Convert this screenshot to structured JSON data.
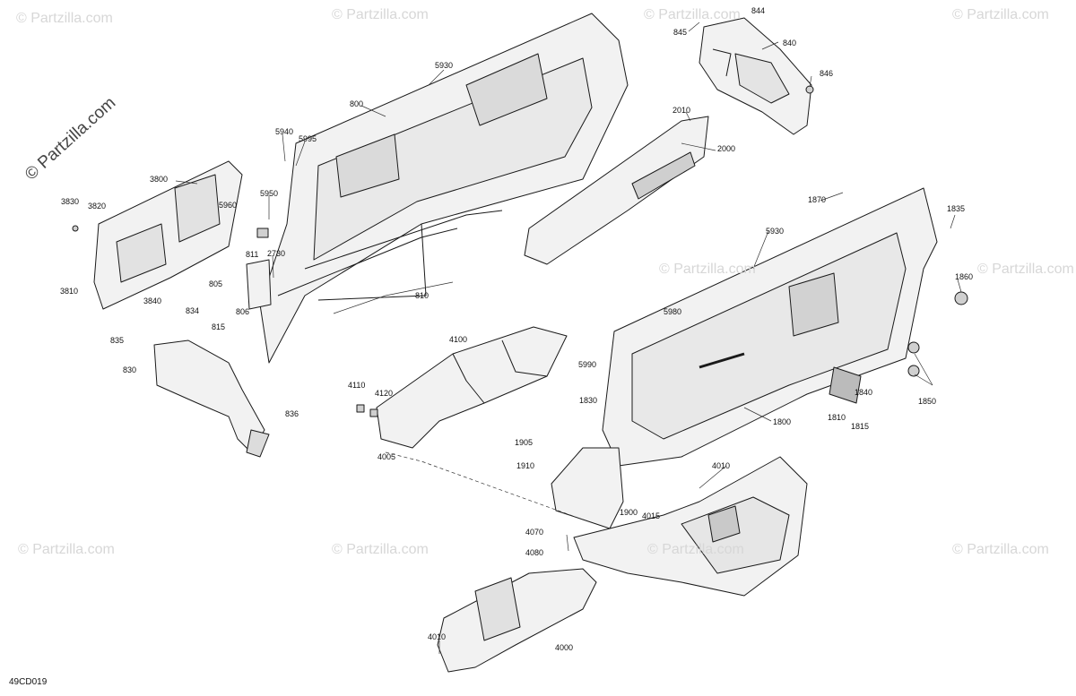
{
  "watermark": "© Partzilla.com",
  "diagram_code": "49CD019",
  "callouts": [
    "844",
    "845",
    "840",
    "846",
    "5930",
    "800",
    "2010",
    "2000",
    "5940",
    "5995",
    "3800",
    "5950",
    "5960",
    "3830",
    "3820",
    "2730",
    "811",
    "805",
    "806",
    "810",
    "3810",
    "3840",
    "1870",
    "1835",
    "5930",
    "1860",
    "834",
    "815",
    "835",
    "830",
    "836",
    "4100",
    "5980",
    "5990",
    "4110",
    "4120",
    "1830",
    "1840",
    "1850",
    "1810",
    "1815",
    "1800",
    "4005",
    "1905",
    "1910",
    "4010",
    "1900",
    "4015",
    "4070",
    "4080",
    "4010",
    "4000"
  ]
}
